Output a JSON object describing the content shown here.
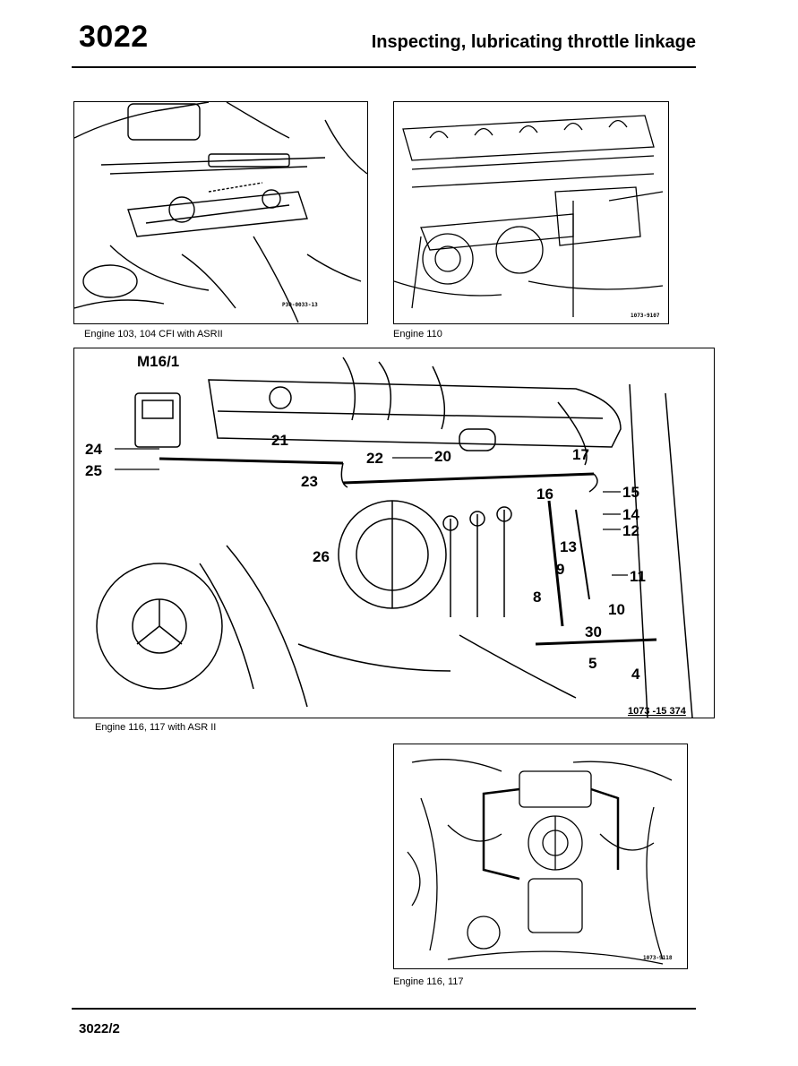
{
  "header": {
    "doc_number": "3022",
    "title": "Inspecting, lubricating throttle linkage"
  },
  "figures": [
    {
      "caption": "Engine 103, 104 CFI with ASRII",
      "ref": "P30-0033-13"
    },
    {
      "caption": "Engine 110",
      "ref": "1073-9107"
    },
    {
      "caption": "Engine 116, 117 with ASR II",
      "ref": "1073 -15 374",
      "callouts": [
        "M16/1",
        "24",
        "25",
        "21",
        "22",
        "20",
        "17",
        "23",
        "16",
        "15",
        "14",
        "12",
        "13",
        "9",
        "26",
        "11",
        "8",
        "10",
        "30",
        "5",
        "4"
      ]
    },
    {
      "caption": "Engine 116, 117",
      "ref": "1073-9118"
    }
  ],
  "footer": {
    "page": "3022/2"
  }
}
